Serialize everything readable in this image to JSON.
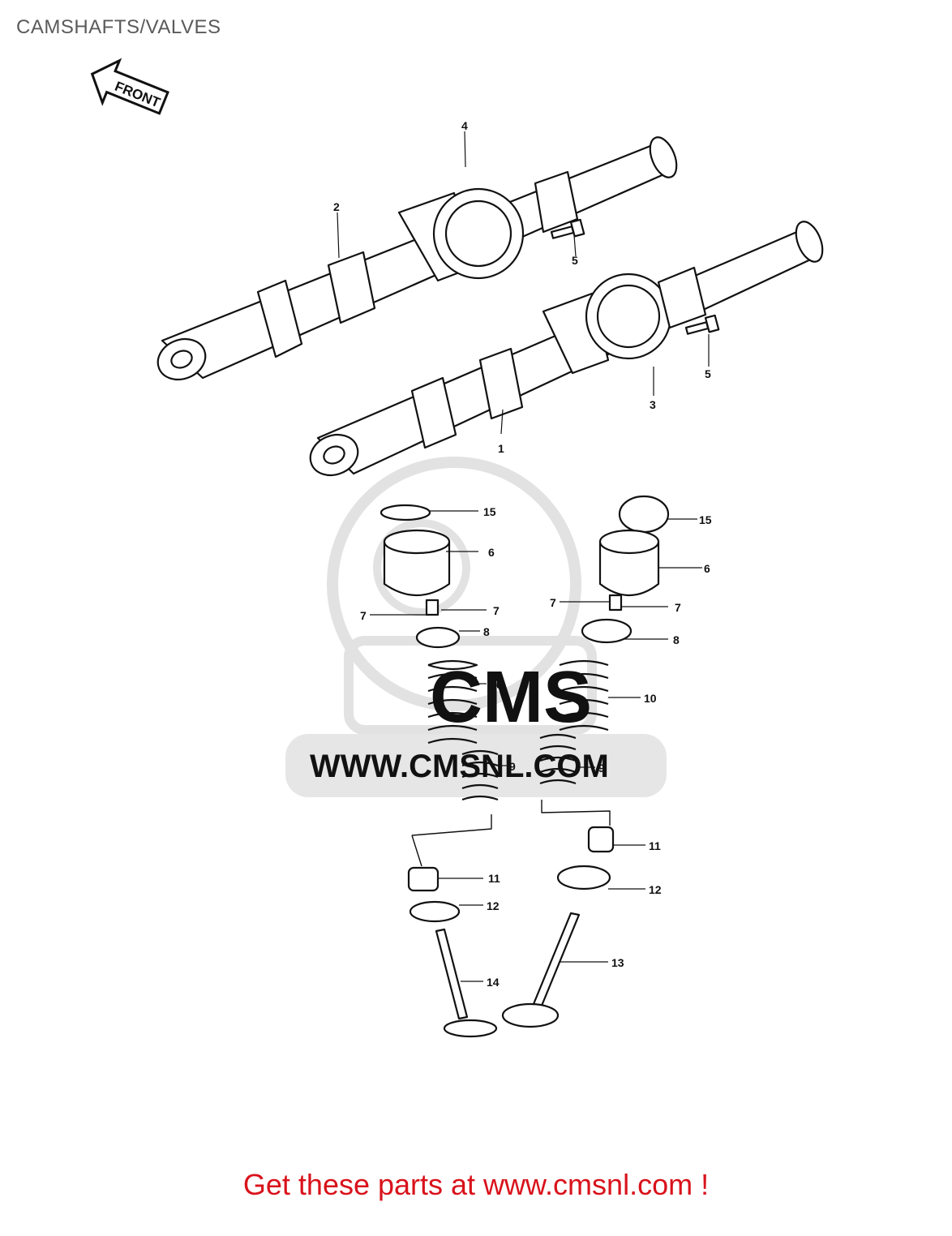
{
  "title": "CAMSHAFTS/VALVES",
  "front_label": "FRONT",
  "watermark": {
    "text": "WWW.CMSNL.COM",
    "logo": "CMS"
  },
  "callouts": {
    "c1": "1",
    "c2": "2",
    "c3": "3",
    "c4": "4",
    "c5a": "5",
    "c5b": "5",
    "c6a": "6",
    "c6b": "6",
    "c7a": "7",
    "c7b": "7",
    "c7c": "7",
    "c7d": "7",
    "c8a": "8",
    "c8b": "8",
    "c9a": "9",
    "c9b": "9",
    "c10a": "10",
    "c10b": "10",
    "c11a": "11",
    "c11b": "11",
    "c12a": "12",
    "c12b": "12",
    "c13": "13",
    "c14": "14",
    "c15a": "15",
    "c15b": "15"
  },
  "footer_cta": "Get these parts at www.cmsnl.com !",
  "colors": {
    "cta": "#d9121b",
    "title": "#5a5a5a",
    "watermark": "#e6e6e6",
    "line": "#111111"
  }
}
